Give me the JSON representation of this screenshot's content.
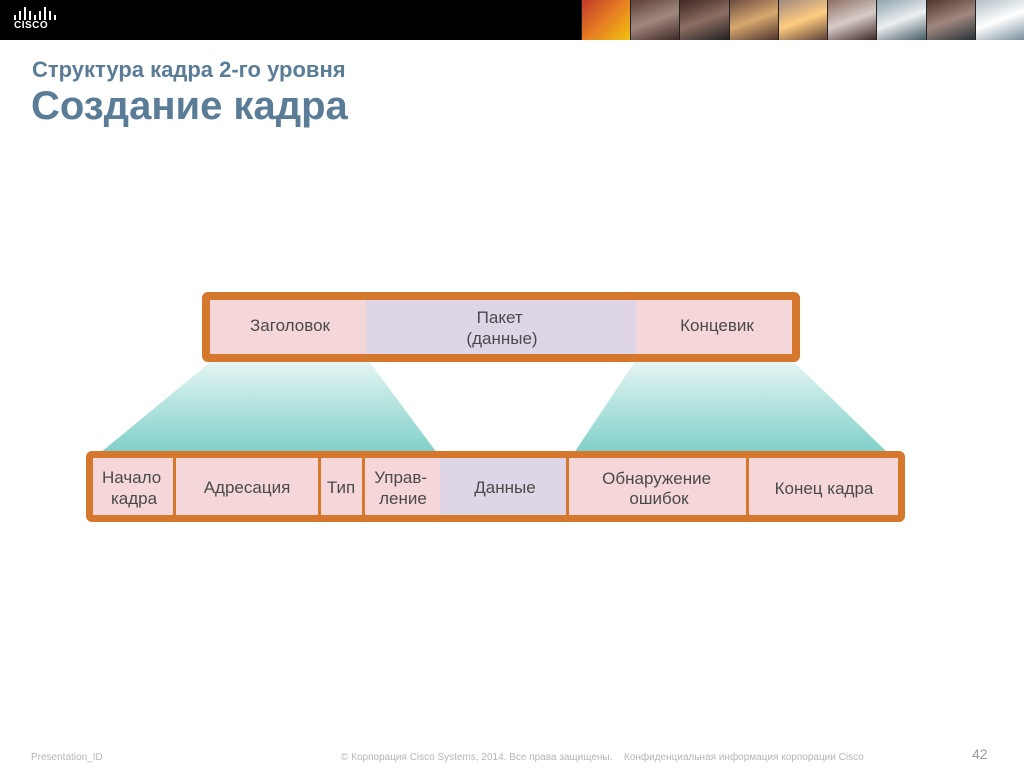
{
  "header": {
    "logo_text": "CISCO",
    "subtitle": "Структура кадра 2-го уровня",
    "title": "Создание кадра"
  },
  "diagram": {
    "top_frame": [
      {
        "lines": [
          "Заголовок"
        ]
      },
      {
        "lines": [
          "Пакет",
          "(данные)"
        ]
      },
      {
        "lines": [
          "Концевик"
        ]
      }
    ],
    "bottom_frame": [
      {
        "lines": [
          "Начало",
          "кадра"
        ]
      },
      {
        "lines": [
          "Адресация"
        ]
      },
      {
        "lines": [
          "Тип"
        ]
      },
      {
        "lines": [
          "Управ-",
          "ление"
        ]
      },
      {
        "lines": [
          "Данные"
        ]
      },
      {
        "lines": [
          "Обнаружение",
          "ошибок"
        ]
      },
      {
        "lines": [
          "Конец кадра"
        ]
      }
    ],
    "colors": {
      "frame_border": "#d5782e",
      "pink_cell": "#f5d6d9",
      "lavender_cell": "#ded5e6",
      "funnel": "#7fcfc9"
    }
  },
  "footer": {
    "presentation_id": "Presentation_ID",
    "copyright": "© Корпорация Cisco Systems, 2014. Все права защищены.",
    "confidential": "Конфиденциальная информация корпорации Cisco",
    "page_number": "42"
  }
}
